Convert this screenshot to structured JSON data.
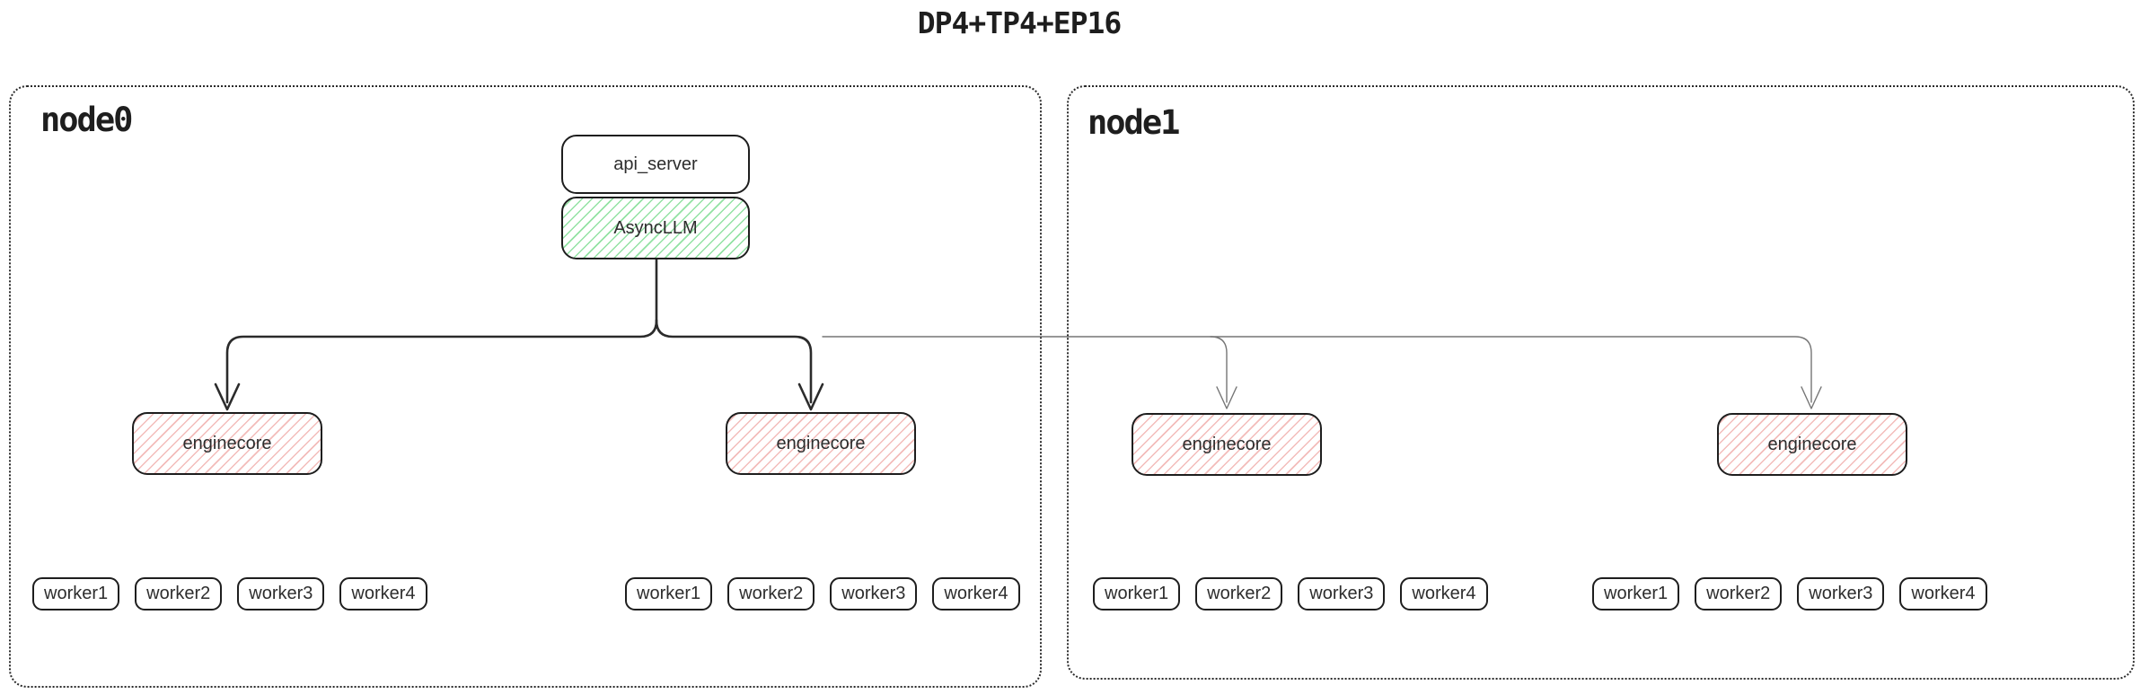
{
  "title": "DP4+TP4+EP16",
  "colors": {
    "box_border": "#1e1e1e",
    "green_hatch": "#92e2a3",
    "red_hatch": "#f3bcba",
    "dark_connector": "#2b2b2b",
    "thin_connector": "#757575"
  },
  "nodes": [
    {
      "label": "node0",
      "api_server_label": "api_server",
      "asyncllm_label": "AsyncLLM",
      "enginecores": [
        "enginecore",
        "enginecore"
      ],
      "worker_groups": [
        {
          "workers": [
            "worker1",
            "worker2",
            "worker3",
            "worker4"
          ]
        },
        {
          "workers": [
            "worker1",
            "worker2",
            "worker3",
            "worker4"
          ]
        }
      ]
    },
    {
      "label": "node1",
      "enginecores": [
        "enginecore",
        "enginecore"
      ],
      "worker_groups": [
        {
          "workers": [
            "worker1",
            "worker2",
            "worker3",
            "worker4"
          ]
        },
        {
          "workers": [
            "worker1",
            "worker2",
            "worker3",
            "worker4"
          ]
        }
      ]
    }
  ]
}
